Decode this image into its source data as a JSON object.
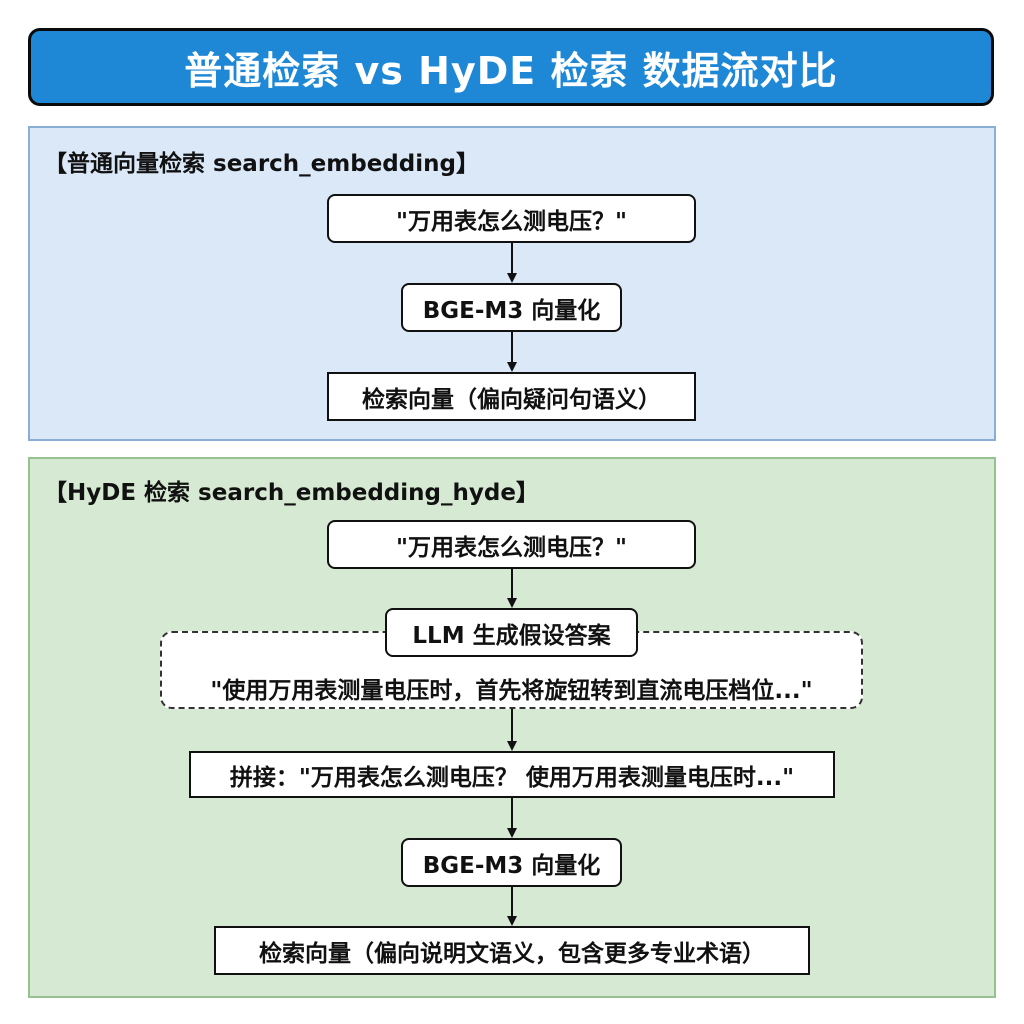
{
  "title": "普通检索 vs HyDE 检索 数据流对比",
  "normal": {
    "label": "【普通向量检索 search_embedding】",
    "query": "\"万用表怎么测电压？\"",
    "embed": "BGE-M3 向量化",
    "result": "检索向量（偏向疑问句语义）"
  },
  "hyde": {
    "label": "【HyDE 检索 search_embedding_hyde】",
    "query": "\"万用表怎么测电压？\"",
    "llm": "LLM 生成假设答案",
    "hypothetical": "\"使用万用表测量电压时，首先将旋钮转到直流电压档位...\"",
    "concat": "拼接：\"万用表怎么测电压？ 使用万用表测量电压时...\"",
    "embed": "BGE-M3 向量化",
    "result": "检索向量（偏向说明文语义，包含更多专业术语）"
  },
  "colors": {
    "title_bg": "#1e88d6",
    "normal_bg": "#dae8f8",
    "hyde_bg": "#d6e9d2"
  }
}
